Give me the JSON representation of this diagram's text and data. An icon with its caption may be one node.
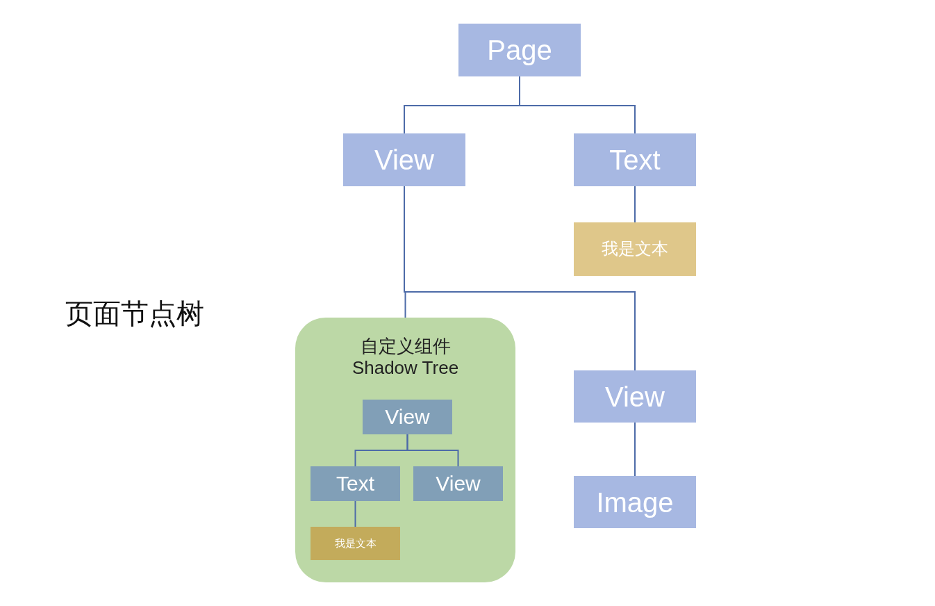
{
  "diagram": {
    "nodes": [
      {
        "text": [
          "Page"
        ]
      },
      {
        "text": [
          "View"
        ]
      },
      {
        "text": [
          "Text"
        ]
      },
      {
        "text": [
          "我是文本"
        ]
      },
      {
        "text": [
          "自定义组件",
          "Shadow Tree"
        ]
      },
      {
        "text": [
          "View"
        ],
        "in": 4
      },
      {
        "text": [
          "Text"
        ],
        "in": 4
      },
      {
        "text": [
          "View"
        ],
        "in": 4
      },
      {
        "text": [
          "我是文本"
        ],
        "in": 4
      },
      {
        "text": [
          "View"
        ]
      },
      {
        "text": [
          "Image"
        ]
      }
    ],
    "edges": [
      {
        "from": 0,
        "to": 1,
        "arrow": "none"
      },
      {
        "from": 0,
        "to": 2,
        "arrow": "none"
      },
      {
        "from": 2,
        "to": 3,
        "arrow": "none"
      },
      {
        "from": 1,
        "to": 4,
        "arrow": "none"
      },
      {
        "from": 1,
        "to": 9,
        "arrow": "none"
      },
      {
        "from": 5,
        "to": 6,
        "arrow": "none"
      },
      {
        "from": 5,
        "to": 7,
        "arrow": "none"
      },
      {
        "from": 6,
        "to": 8,
        "arrow": "none"
      },
      {
        "from": 9,
        "to": 10,
        "arrow": "none"
      }
    ],
    "labels": [
      "页面节点树"
    ]
  }
}
